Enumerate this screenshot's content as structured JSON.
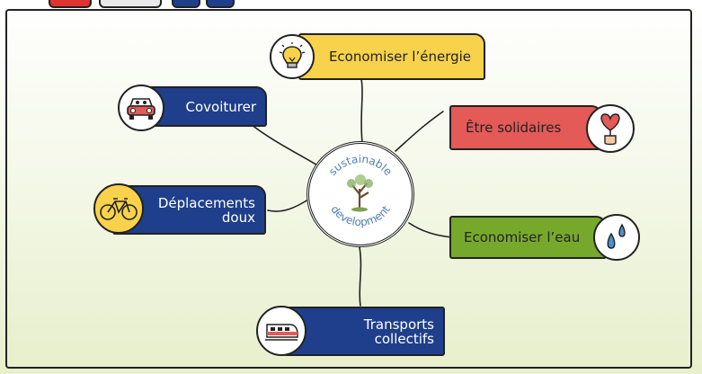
{
  "colors": {
    "yellow": "#f7d24a",
    "navy": "#1f3f8c",
    "red": "#e35a57",
    "green": "#76a92b",
    "hub_text": "#4f7fb4"
  },
  "center": {
    "arc_top": "sustainable",
    "arc_bottom": "development"
  },
  "nodes": [
    {
      "id": "energie",
      "label": "Economiser l’énergie",
      "icon": "lightbulb-icon",
      "color": "yellow"
    },
    {
      "id": "covoiturer",
      "label": "Covoiturer",
      "icon": "car-icon",
      "color": "navy"
    },
    {
      "id": "solidaires",
      "label": "Être solidaires",
      "icon": "heart-hand-icon",
      "color": "red"
    },
    {
      "id": "deplacements",
      "label": "Déplacements doux",
      "icon": "bicycle-icon",
      "color": "navy"
    },
    {
      "id": "eau",
      "label": "Economiser l’eau",
      "icon": "water-drops-icon",
      "color": "green"
    },
    {
      "id": "transports",
      "label": "Transports collectifs",
      "icon": "train-icon",
      "color": "navy"
    }
  ]
}
